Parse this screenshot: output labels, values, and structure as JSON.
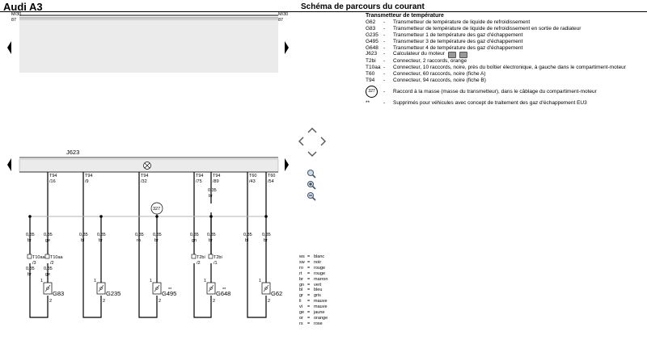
{
  "header": {
    "car_model": "Audi A3",
    "document_title": "Schéma de parcours du courant"
  },
  "legend": {
    "title": "Transmetteur de température",
    "items": [
      {
        "code": "G62",
        "dash": "-",
        "text": "Transmetteur de température de liquide de refroidissement"
      },
      {
        "code": "G83",
        "dash": "-",
        "text": "Transmetteur de température de liquide de refroidissement en sortie de radiateur"
      },
      {
        "code": "G235",
        "dash": "-",
        "text": "Transmetteur 1 de température des gaz d'échappement"
      },
      {
        "code": "G495",
        "dash": "-",
        "text": "Transmetteur 3 de température des gaz d'échappement"
      },
      {
        "code": "G648",
        "dash": "-",
        "text": "Transmetteur 4 de température des gaz d'échappement"
      },
      {
        "code": "J623",
        "dash": "-",
        "text": "Calculateur du moteur"
      },
      {
        "code": "T2bi",
        "dash": "-",
        "text": "Connecteur, 2 raccords, orange"
      },
      {
        "code": "T10aa",
        "dash": "-",
        "text": "Connecteur, 10 raccords, noire, près du boîtier électronique, à gauche dans le compartiment-moteur"
      },
      {
        "code": "T60",
        "dash": "-",
        "text": "Connecteur, 60 raccords, noire (fiche A)"
      },
      {
        "code": "T94",
        "dash": "-",
        "text": "Connecteur, 94 raccords, noire (fiche B)"
      },
      {
        "code": "327",
        "dash": "-",
        "text": "Raccord à la masse (masse du transmetteur), dans le câblage du compartiment-moteur"
      },
      {
        "code": "**",
        "dash": "-",
        "text": "Supprimés pour véhicules avec concept de traitement des gaz d'échappement EU3"
      }
    ]
  },
  "top_strip": {
    "left_code": "M/30",
    "left_num": "87",
    "right_code": "M/30",
    "right_num": "87"
  },
  "bar_label": "J623",
  "ground_label": "327",
  "wires": [
    {
      "pin": "T94",
      "num": "/16",
      "section": "0,35",
      "color": "ge"
    },
    {
      "pin": "T94",
      "num": "/9",
      "section": "0,35",
      "color": "bl"
    },
    {
      "pin": "T94",
      "num": "/32",
      "section": "0,35",
      "color": "ro"
    },
    {
      "pin": "T94",
      "num": "/75",
      "section": "0,35",
      "color": "gn"
    },
    {
      "pin": "T94",
      "num": "/89",
      "section": "0,35",
      "color": "br"
    },
    {
      "pin": "T60",
      "num": "/43",
      "section": "0,35",
      "color": "bl"
    },
    {
      "pin": "T60",
      "num": "/54",
      "section": "0,35",
      "color": "br"
    }
  ],
  "lower_wires": [
    {
      "section": "0,35",
      "color": "br"
    },
    {
      "section": "0,35",
      "color": "ge"
    },
    {
      "section": "0,35",
      "color": "bl"
    },
    {
      "section": "0,35",
      "color": "br"
    },
    {
      "section": "0,35",
      "color": "ro"
    },
    {
      "section": "0,35",
      "color": "br"
    },
    {
      "section": "0,35",
      "color": "gn"
    },
    {
      "section": "0,35",
      "color": "br"
    },
    {
      "section": "0,35",
      "color": "bl"
    },
    {
      "section": "0,35",
      "color": "br"
    }
  ],
  "connectors": [
    {
      "name": "T10aa",
      "pin": "/3"
    },
    {
      "name": "T10aa",
      "pin": "/2"
    },
    {
      "name": "T2bi",
      "pin": "/2"
    },
    {
      "name": "T2bi",
      "pin": "/1"
    }
  ],
  "connector_wires": [
    {
      "section": "0,35",
      "color": "br"
    },
    {
      "section": "0,35",
      "color": "ge"
    }
  ],
  "sensors": [
    {
      "code": "G83",
      "note": ""
    },
    {
      "code": "G235",
      "note": ""
    },
    {
      "code": "G495",
      "note": "**"
    },
    {
      "code": "G648",
      "note": "**"
    },
    {
      "code": "G62",
      "note": ""
    }
  ],
  "pin_numbers": {
    "one": "1",
    "two": "2"
  },
  "color_key": [
    {
      "code": "ws",
      "eq": "=",
      "name": "blanc"
    },
    {
      "code": "sw",
      "eq": "=",
      "name": "noir"
    },
    {
      "code": "ro",
      "eq": "=",
      "name": "rouge"
    },
    {
      "code": "rt",
      "eq": "=",
      "name": "rouge"
    },
    {
      "code": "br",
      "eq": "=",
      "name": "marron"
    },
    {
      "code": "gn",
      "eq": "=",
      "name": "vert"
    },
    {
      "code": "bl",
      "eq": "=",
      "name": "bleu"
    },
    {
      "code": "gr",
      "eq": "=",
      "name": "gris"
    },
    {
      "code": "li",
      "eq": "=",
      "name": "mauve"
    },
    {
      "code": "vi",
      "eq": "=",
      "name": "mauve"
    },
    {
      "code": "ge",
      "eq": "=",
      "name": "jaune"
    },
    {
      "code": "or",
      "eq": "=",
      "name": "orange"
    },
    {
      "code": "rs",
      "eq": "=",
      "name": "rose"
    }
  ]
}
